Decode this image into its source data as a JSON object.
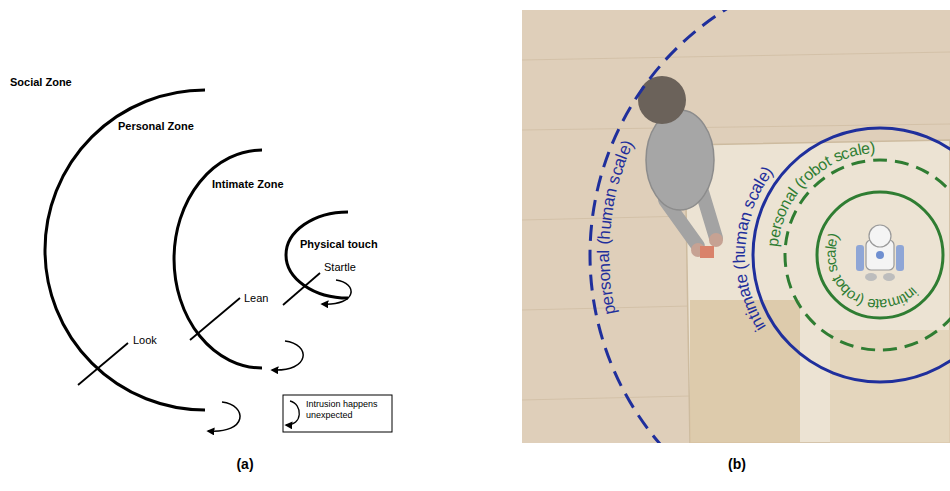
{
  "diagram": {
    "labels": [
      "Social Zone",
      "Personal Zone",
      "Intimate Zone",
      "Physical touch",
      "Look",
      "Lean",
      "Startle",
      "(a)",
      "personal (human scale)",
      "intimate (human scale)",
      "personal (robot scale)",
      "intimate (robot scale)",
      "(b)"
    ],
    "legend": [
      {
        "text": "Intrusion happens unexpected"
      }
    ]
  }
}
